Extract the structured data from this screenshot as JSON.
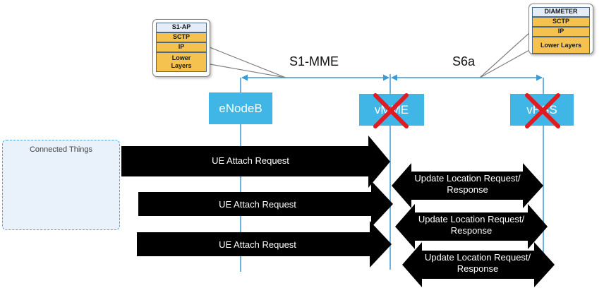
{
  "interfaces": {
    "s1_mme": "S1-MME",
    "s6a": "S6a"
  },
  "stack_left": [
    "S1-AP",
    "SCTP",
    "IP",
    "Lower Layers"
  ],
  "stack_right": [
    "DIAMETER",
    "SCTP",
    "IP",
    "Lower Layers"
  ],
  "nodes": {
    "enodeb": "eNodeB",
    "vmme": "vMME",
    "vhss": "vHSS"
  },
  "connected_things": {
    "title": "Connected Things"
  },
  "attach_requests": [
    "UE Attach Request",
    "UE Attach Request",
    "UE Attach Request"
  ],
  "location_updates": [
    "Update Location Request/ Response",
    "Update Location Request/ Response",
    "Update Location Request/ Response"
  ],
  "colors": {
    "node": "#3fb6e6",
    "link_line": "#3a9bd5",
    "failure_cross": "#e01b22",
    "stack_layer": "#f5c24f",
    "arrow_fill": "#000000"
  },
  "icons": [
    "tablet-icon",
    "water-meter-icon",
    "pill-sensor-icon",
    "smartphone-icon",
    "biohazard-icon",
    "malware-bug-icon"
  ]
}
